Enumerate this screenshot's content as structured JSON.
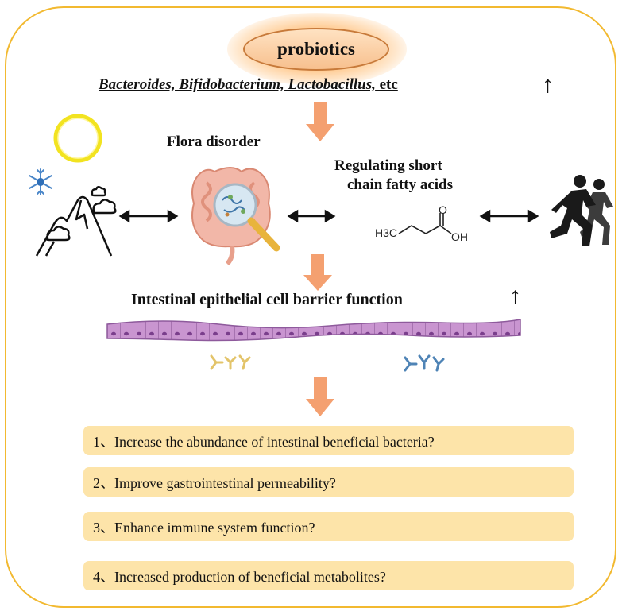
{
  "title": "probiotics",
  "genera": {
    "names": "Bacteroides, Bifidobacterium, Lactobacillus,",
    "suffix": " etc"
  },
  "up_arrow_glyph": "↑",
  "nodes": {
    "flora": "Flora disorder",
    "scfa_line1": "Regulating short",
    "scfa_line2": "chain fatty acids",
    "molecule_h3c": "H3C",
    "molecule_o": "O",
    "molecule_oh": "OH"
  },
  "barrier_label": "Intestinal epithelial cell barrier function",
  "questions": [
    "1、Increase  the abundance  of intestinal beneficial  bacteria?",
    "2、Improve  gastrointestinal  permeability?",
    "3、Enhance  immune  system  function?",
    "4、Increased  production  of beneficial  metabolites?"
  ],
  "colors": {
    "frame": "#f2b930",
    "flow_arrow": "#f4a070",
    "question_box": "#fde4a9",
    "pill": "#f7c08e"
  }
}
